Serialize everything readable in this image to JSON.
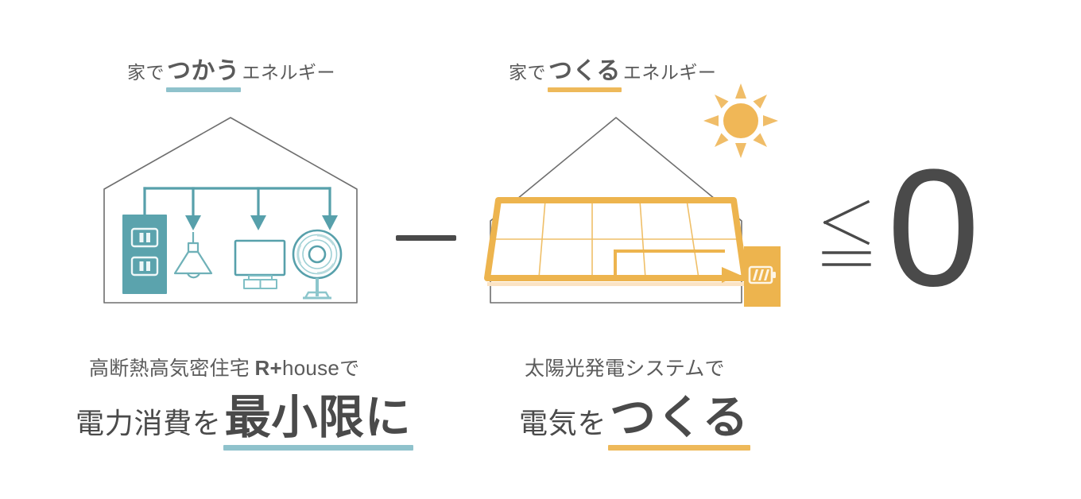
{
  "page": {
    "background": "#ffffff",
    "text_color": "#4a4a4a",
    "accent_teal": "#4f99a6",
    "accent_teal_light": "#8fc2cc",
    "accent_gold": "#edb44e",
    "accent_gold_light": "#f2c069",
    "house_outline": "#6e6e6e"
  },
  "left": {
    "kicker": {
      "prefix": "家で",
      "emphasis": "つかう",
      "suffix": "エネルギー",
      "underline_color": "#8fc2cc"
    },
    "house": {
      "label": "home-using-energy",
      "appliances": [
        {
          "name": "outlet",
          "label": "コンセント"
        },
        {
          "name": "pendant-lamp",
          "label": "照明"
        },
        {
          "name": "television",
          "label": "テレビ"
        },
        {
          "name": "electric-fan",
          "label": "扇風機"
        }
      ]
    },
    "caption_top_pre": "高断熱高気密住宅 ",
    "caption_top_brand_bold": "R+",
    "caption_top_brand": "house",
    "caption_top_post": "で",
    "caption_main_pre": "電力消費を",
    "caption_main_emphasis": "最小限に",
    "caption_underline_color": "#8fc2cc"
  },
  "operator": {
    "symbol": "−",
    "name": "minus-sign"
  },
  "right": {
    "kicker": {
      "prefix": "家で",
      "emphasis": "つくる",
      "suffix": "エネルギー",
      "underline_color": "#edb44e"
    },
    "house": {
      "label": "home-making-energy",
      "elements": [
        {
          "name": "solar-panel",
          "label": "太陽光パネル",
          "columns": 5,
          "rows": 2
        },
        {
          "name": "sun",
          "label": "太陽",
          "rays": 8
        },
        {
          "name": "battery",
          "label": "蓄電池"
        },
        {
          "name": "power-flow-arrow",
          "label": "発電の流れ"
        }
      ]
    },
    "caption_top": "太陽光発電システムで",
    "caption_main_pre": "電気を",
    "caption_main_emphasis": "つくる",
    "caption_underline_color": "#edb44e"
  },
  "result": {
    "comparator": "≦",
    "value": "0",
    "name": "result-less-than-or-equal-zero"
  }
}
